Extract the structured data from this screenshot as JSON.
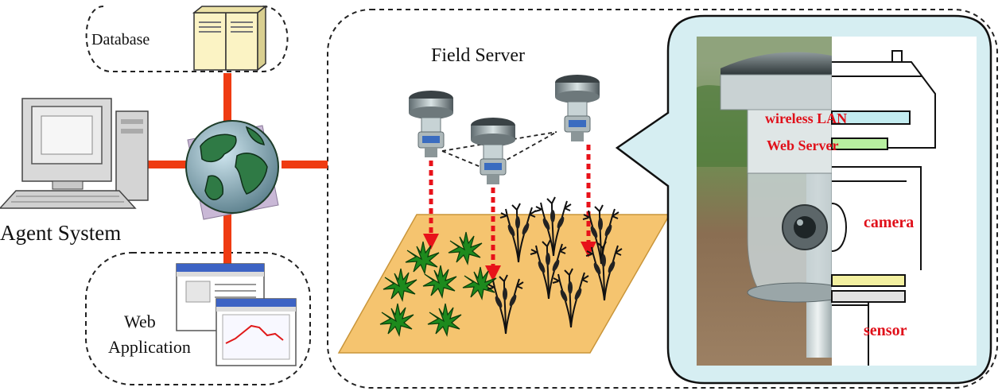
{
  "labels": {
    "database": "Database",
    "agent_system": "Agent System",
    "web": "Web",
    "application": "Application",
    "field_server": "Field Server",
    "wireless_lan": "wireless LAN",
    "web_server": "Web Server",
    "camera": "camera",
    "sensor": "sensor"
  },
  "colors": {
    "link": "#ef3b12",
    "field": "#f5c46f",
    "callout_bg": "#d6eef2",
    "callout_text": "#e0101a",
    "plant": "#1d8a1d",
    "arrow": "#e8121a"
  },
  "icons": {
    "database": "server-towers-icon",
    "agent_system": "desktop-computer-icon",
    "network": "globe-icon",
    "web_application": "browser-windows-icon",
    "field_server": "field-server-unit-icon"
  }
}
